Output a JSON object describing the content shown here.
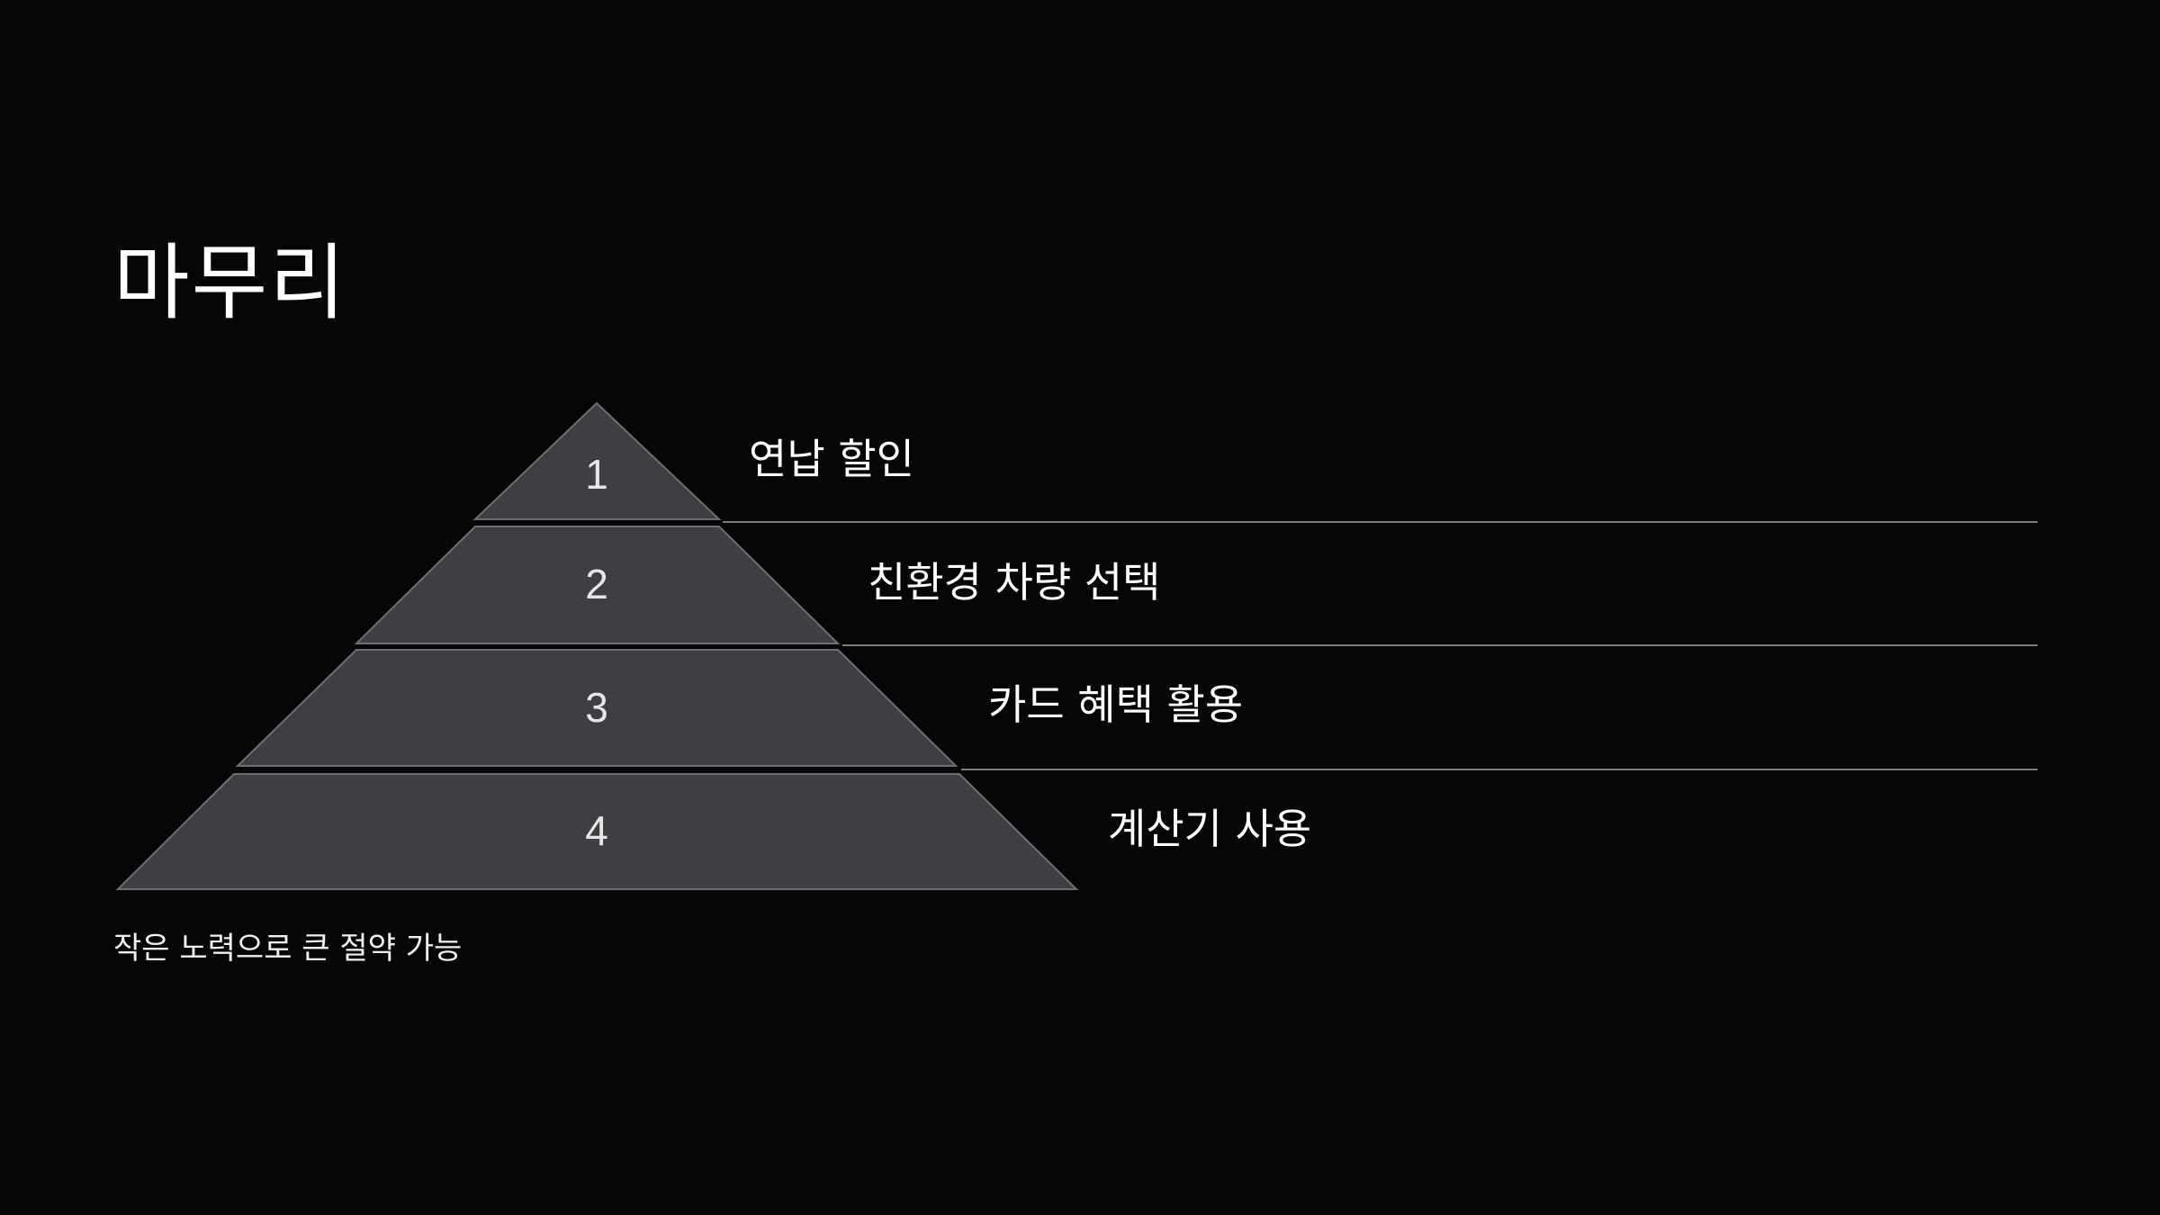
{
  "slide": {
    "title": "마무리",
    "footnote": "작은 노력으로 큰 절약 가능"
  },
  "pyramid": {
    "levels": [
      {
        "number": "1",
        "label": "연납 할인"
      },
      {
        "number": "2",
        "label": "친환경 차량 선택"
      },
      {
        "number": "3",
        "label": "카드 혜택 활용"
      },
      {
        "number": "4",
        "label": "계산기 사용"
      }
    ]
  },
  "colors": {
    "background": "#060606",
    "tier_fill": "#3f3e43",
    "tier_stroke": "#6e6e74",
    "divider": "#7a7a7a",
    "text": "#ffffff"
  }
}
